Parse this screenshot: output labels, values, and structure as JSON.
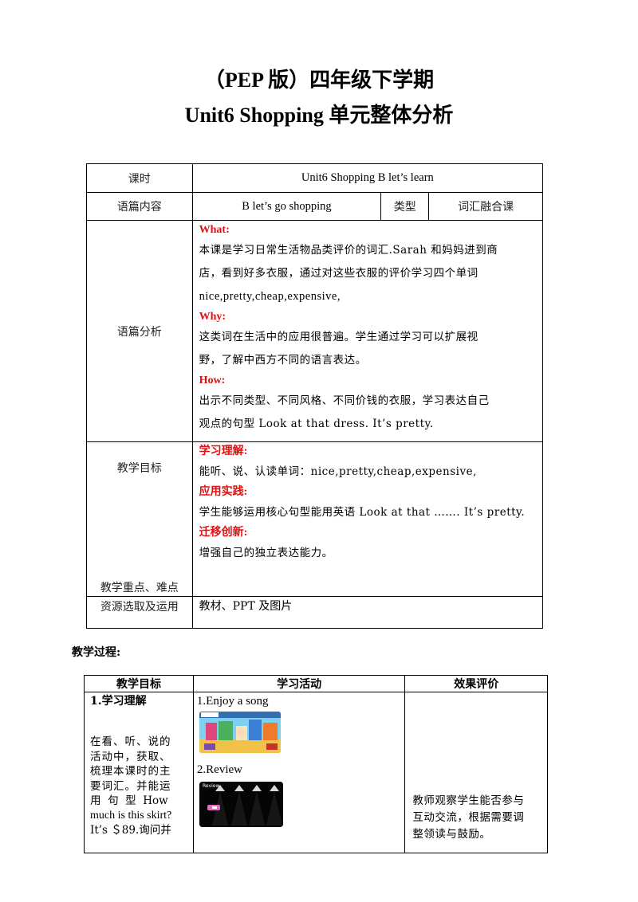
{
  "title_line1": "（PEP 版）四年级下学期",
  "title_line2": "Unit6  Shopping 单元整体分析",
  "table1": {
    "row_lesson": {
      "label": "课时",
      "value": "Unit6  Shopping  B  let’s  learn"
    },
    "row_content": {
      "label": "语篇内容",
      "value": "B  let’s  go  shopping",
      "type_label": "类型",
      "type_value": "词汇融合课"
    },
    "row_analysis": {
      "label": "语篇分析",
      "what_head": "What:",
      "what_line1": "本课是学习日常生活物品类评价的词汇.Sarah 和妈妈进到商",
      "what_line2": "店，看到好多衣服，通过对这些衣服的评价学习四个单词",
      "what_line3": "nice,pretty,cheap,expensive,",
      "why_head": "Why:",
      "why_line1": "这类词在生活中的应用很普遍。学生通过学习可以扩展视",
      "why_line2": "野，了解中西方不同的语言表达。",
      "how_head": "How:",
      "how_line1": "出示不同类型、不同风格、不同价钱的衣服，学习表达自己",
      "how_line2": "观点的句型 Look at that dress. It’s pretty."
    },
    "row_goals": {
      "label1": "教学目标",
      "label2": "教学重点、难点",
      "g1_head": "学习理解:",
      "g1_text": "能听、说、认读单词：nice,pretty,cheap,expensive,",
      "g2_head": "应用实践:",
      "g2_text": "学生能够运用核心句型能用英语 Look at that ……. It’s pretty.",
      "g3_head": "迁移创新:",
      "g3_text": "增强自己的独立表达能力。"
    },
    "row_resources": {
      "label": "资源选取及运用",
      "value": "教材、PPT 及图片"
    }
  },
  "section_title": "教学过程:",
  "table2": {
    "headers": [
      "教学目标",
      "学习活动",
      "效果评价"
    ],
    "goal_title": "1.学习理解",
    "goal_lines": [
      "在看、听、说的",
      "活动中，获取、",
      "梳理本课时的主",
      "要词汇。并能运",
      "用  句  型  How",
      "much is this skirt?",
      "It’s  ＄89.询问并"
    ],
    "activity1": "1.Enjoy a song",
    "activity2": "2.Review",
    "thumb2_label": "Review",
    "evaluation_lines": [
      "教师观察学生能否参与",
      "互动交流，根据需要调",
      "整领读与鼓励。"
    ]
  }
}
